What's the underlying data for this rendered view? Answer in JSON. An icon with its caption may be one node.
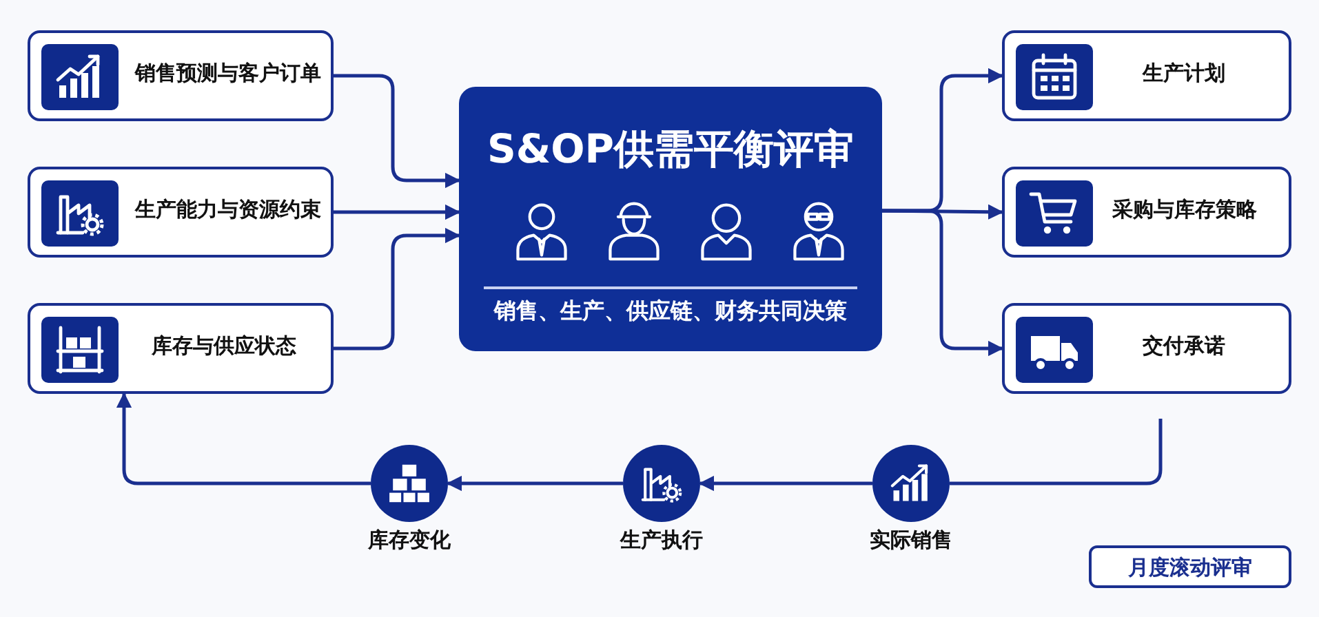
{
  "diagram": {
    "nodes": [
      {
        "text": [
          "销售预测与客户订单"
        ]
      },
      {
        "text": [
          "生产能力与资源约束"
        ]
      },
      {
        "text": [
          "库存与供应状态"
        ]
      },
      {
        "text": [
          "S&OP供需平衡评审",
          "销售、生产、供应链、财务共同决策"
        ]
      },
      {
        "text": [
          "生产计划"
        ]
      },
      {
        "text": [
          "采购与库存策略"
        ]
      },
      {
        "text": [
          "交付承诺"
        ]
      },
      {
        "text": [
          "库存变化"
        ]
      },
      {
        "text": [
          "生产执行"
        ]
      },
      {
        "text": [
          "实际销售"
        ]
      },
      {
        "text": [
          "月度滚动评审"
        ]
      }
    ],
    "edges": [
      {
        "from": 0,
        "to": 3,
        "arrow": "to"
      },
      {
        "from": 1,
        "to": 3,
        "arrow": "to"
      },
      {
        "from": 2,
        "to": 3,
        "arrow": "to"
      },
      {
        "from": 3,
        "to": 4,
        "arrow": "to"
      },
      {
        "from": 3,
        "to": 5,
        "arrow": "to"
      },
      {
        "from": 3,
        "to": 6,
        "arrow": "to"
      },
      {
        "from": 6,
        "to": 9,
        "arrow": "none"
      },
      {
        "from": 9,
        "to": 8,
        "arrow": "to"
      },
      {
        "from": 8,
        "to": 7,
        "arrow": "to"
      },
      {
        "from": 7,
        "to": 2,
        "arrow": "to"
      }
    ]
  }
}
